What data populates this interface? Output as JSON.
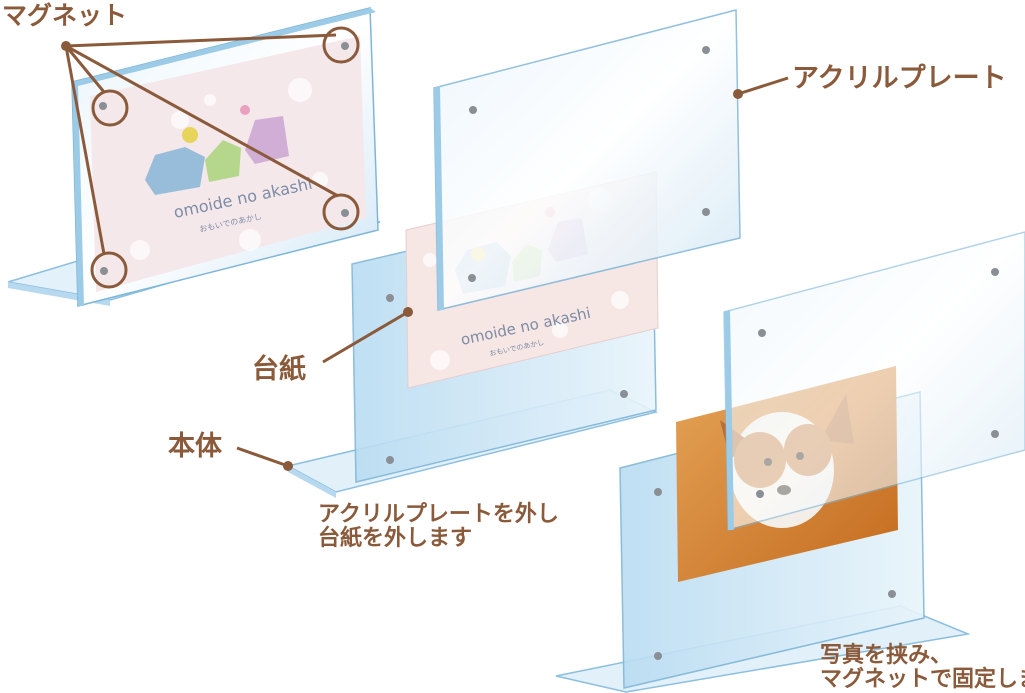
{
  "labels": {
    "magnet": "マグネット",
    "acrylic_plate": "アクリルプレート",
    "mount": "台紙",
    "body": "本体",
    "step1_line1": "アクリルプレートを外し",
    "step1_line2": "台紙を外します",
    "step2_line1": "写真を挟み、",
    "step2_line2": "マグネットで固定しま"
  },
  "card": {
    "brand": "omoide no akashi",
    "sub": "おもいでのあかし"
  },
  "colors": {
    "label_brown": "#8a5a3b",
    "acrylic_fill": "#dbeef8",
    "acrylic_edge": "#7fb6d8",
    "card_pink": "#f6e6e4",
    "photo_orange": "#d9832d"
  }
}
